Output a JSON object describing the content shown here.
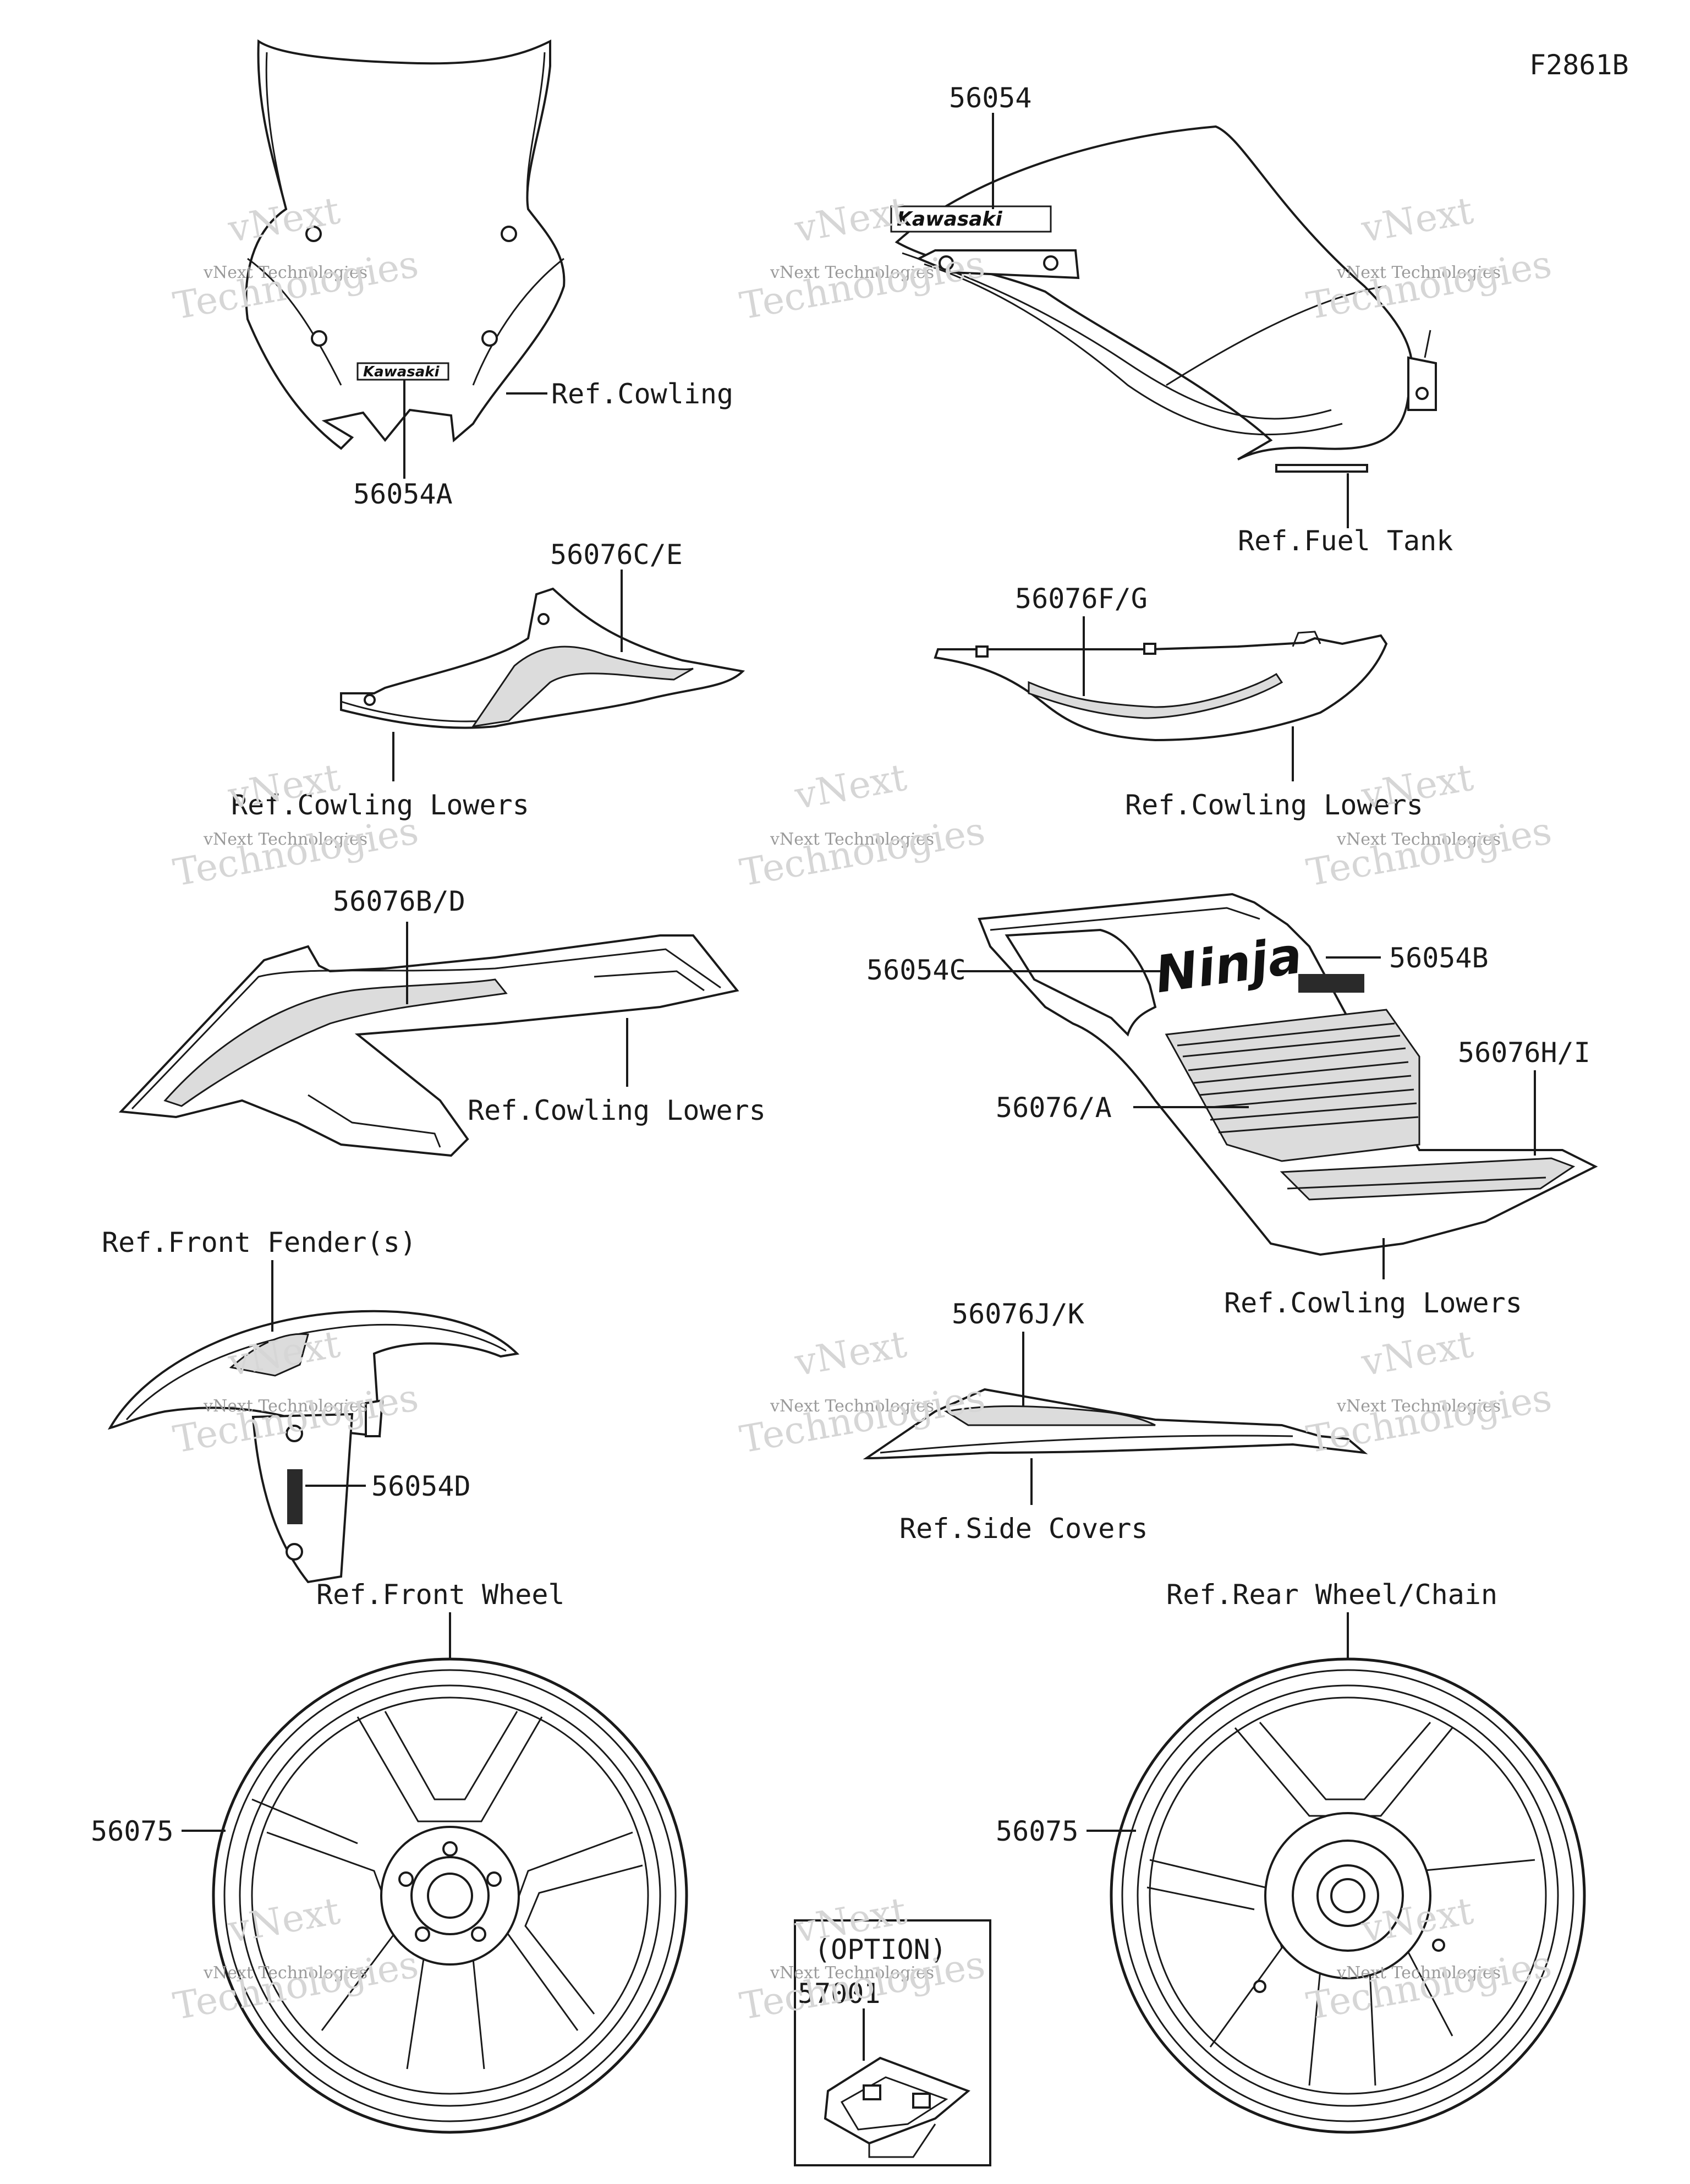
{
  "figure_id": "F2861B",
  "labels": {
    "p56054": "56054",
    "p56054A": "56054A",
    "ref_cowling": "Ref.Cowling",
    "ref_fuel_tank": "Ref.Fuel Tank",
    "p56076CE": "56076C/E",
    "p56076FG": "56076F/G",
    "ref_cowling_lowers_1": "Ref.Cowling Lowers",
    "ref_cowling_lowers_2": "Ref.Cowling Lowers",
    "p56076BD": "56076B/D",
    "ref_cowling_lowers_3": "Ref.Cowling Lowers",
    "p56054C": "56054C",
    "p56054B": "56054B",
    "p56076HI": "56076H/I",
    "p56076A": "56076/A",
    "ref_cowling_lowers_4": "Ref.Cowling Lowers",
    "ref_front_fenders": "Ref.Front Fender(s)",
    "p56054D": "56054D",
    "p56076JK": "56076J/K",
    "ref_side_covers": "Ref.Side Covers",
    "ref_front_wheel": "Ref.Front Wheel",
    "ref_rear_wheel_chain": "Ref.Rear Wheel/Chain",
    "p56075_front": "56075",
    "p56075_rear": "56075",
    "option": "(OPTION)",
    "p57001": "57001"
  },
  "decals": {
    "kawasaki_1": "Kawasaki",
    "kawasaki_2": "Kawasaki",
    "ninja": "Ninja"
  },
  "watermark": {
    "line1": "vNext Technologies",
    "line2": "vNext",
    "line3": "Technologies"
  }
}
